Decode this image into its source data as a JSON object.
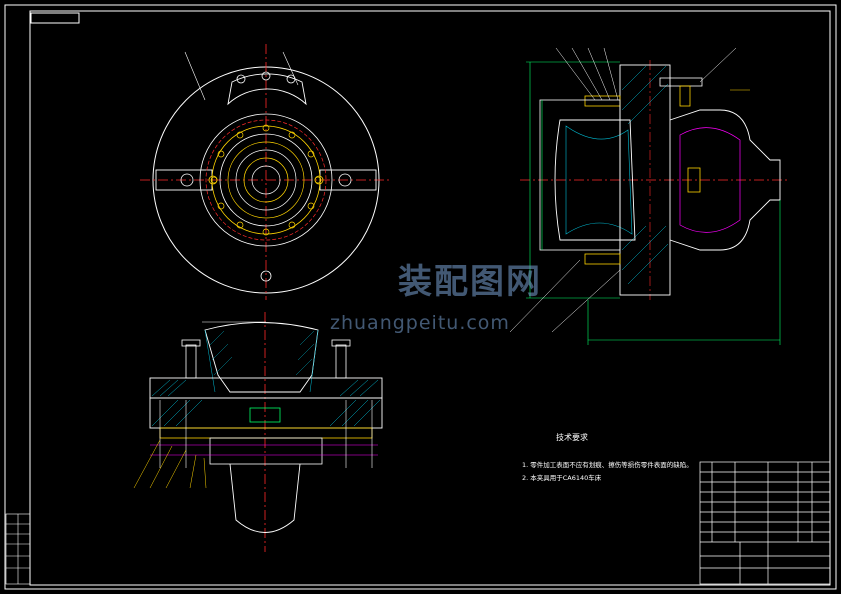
{
  "watermark": {
    "brand_cn": "装配图网",
    "url": "zhuangpeitu.com"
  },
  "technical_requirements": {
    "title": "技术要求",
    "items": [
      "1. 零件加工表面不应有划痕、擦伤等损伤零件表面的缺陷。",
      "2. 本夹具用于CA6140车床"
    ]
  },
  "colors": {
    "background": "#000000",
    "outline": "#ffffff",
    "centerline": "#ff2a2a",
    "hatch": "#00bcd4",
    "dimension": "#00ff66",
    "part_edge": "#ffd400",
    "hidden": "#ff00ff",
    "watermark": "#6fa0d8"
  }
}
